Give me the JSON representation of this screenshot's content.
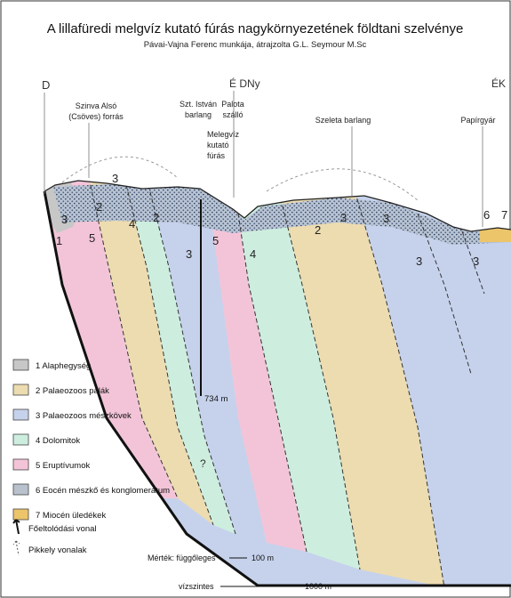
{
  "title": "A lillafüredi melgvíz kutató fúrás nagykörnyezetének földtani szelvénye",
  "subtitle": "Pávai-Vajna Ferenc munkája, átrajzolta G.L. Seymour M.Sc",
  "directions": {
    "left": "D",
    "middle": "É DNy",
    "right": "ÉK"
  },
  "place_labels": {
    "szinva": [
      "Szinva Alsó",
      "(Csöves) forrás"
    ],
    "istvan": [
      "Szt. István",
      "barlang"
    ],
    "palota": [
      "Palota",
      "szálló"
    ],
    "melegviz": [
      "Melegvíz",
      "kutató",
      "fúrás"
    ],
    "szeleta": "Szeleta barlang",
    "papirgyar": "Papírgyár"
  },
  "depth_label": "734 m",
  "unknown_mark": "?",
  "unit_numbers": {
    "n1": "1",
    "n2a": "2",
    "n2b": "2",
    "n2c": "2",
    "n3a": "3",
    "n3b": "3",
    "n3c": "3",
    "n3d": "3",
    "n3e": "3",
    "n3f": "3",
    "n3g": "3",
    "n4a": "4",
    "n4b": "4",
    "n5a": "5",
    "n5b": "5",
    "n6": "6",
    "n7": "7"
  },
  "legend": [
    {
      "num": "1",
      "label": "Alaphegység",
      "color": "#c7c7c7"
    },
    {
      "num": "2",
      "label": "Palaeozoos palák",
      "color": "#ecdcb0"
    },
    {
      "num": "3",
      "label": "Palaeozoos mészkövek",
      "color": "#c6d2ec"
    },
    {
      "num": "4",
      "label": "Dolomitok",
      "color": "#cdeede"
    },
    {
      "num": "5",
      "label": "Eruptívumok",
      "color": "#f3c4d8"
    },
    {
      "num": "6",
      "label": "Eocén mészkő és konglomerátum",
      "color": "#b9c2cc"
    },
    {
      "num": "7",
      "label": "Miocén üledékek",
      "color": "#ecc46a"
    }
  ],
  "line_legend": {
    "main": "Főeltolódási vonal",
    "secondary": "Pikkely vonalak"
  },
  "scale": {
    "label": "Mérték: függőleges",
    "vertical": "100 m",
    "horizontal_label": "vízszintes",
    "horizontal": "1000 m"
  }
}
